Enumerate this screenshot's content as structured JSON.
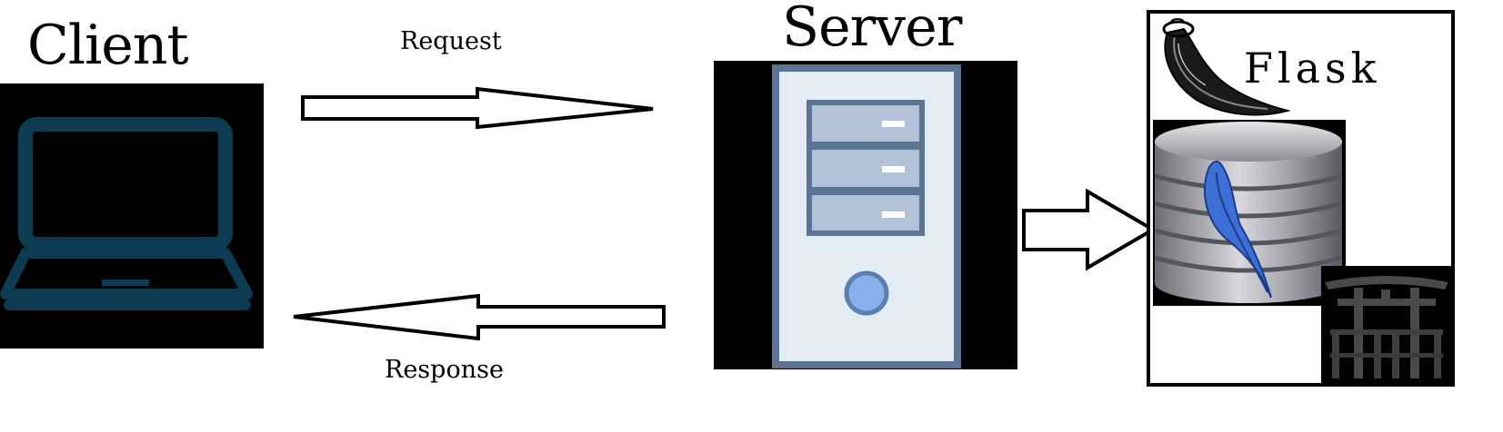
{
  "client": {
    "title": "Client",
    "icon": "laptop-icon"
  },
  "server": {
    "title": "Server",
    "icon": "server-tower-icon"
  },
  "arrows": {
    "request_label": "Request",
    "response_label": "Response"
  },
  "backend": {
    "title": "Flask",
    "icons": [
      "flask-horn-logo-icon",
      "database-feather-icon",
      "torii-gate-icon"
    ]
  }
}
